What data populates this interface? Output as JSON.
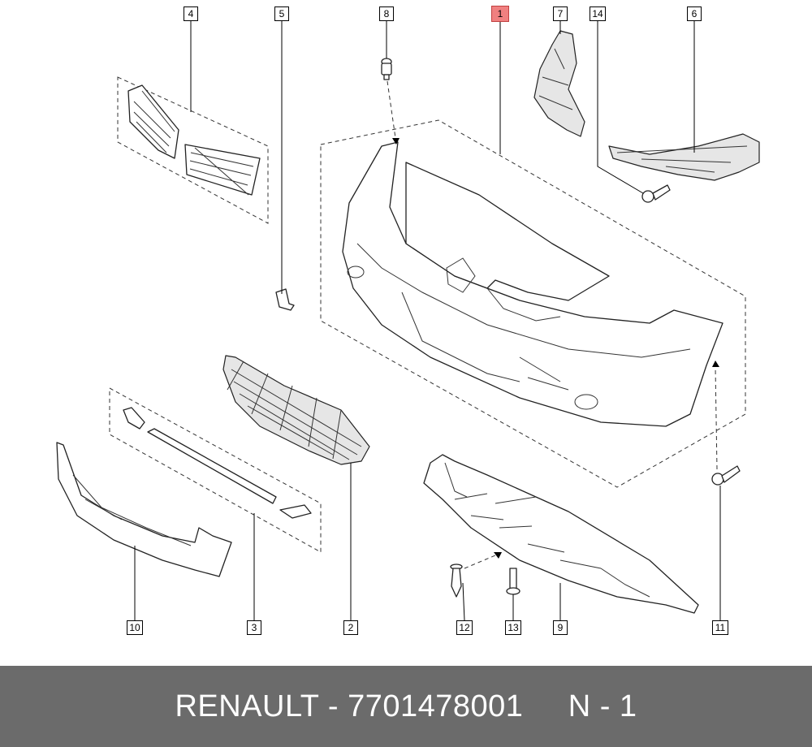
{
  "diagram": {
    "callouts": {
      "c1": "1",
      "c2": "2",
      "c3": "3",
      "c4": "4",
      "c5": "5",
      "c6": "6",
      "c7": "7",
      "c8": "8",
      "c9": "9",
      "c10": "10",
      "c11": "11",
      "c12": "12",
      "c13": "13",
      "c14": "14"
    },
    "highlight_color": "#f08080"
  },
  "footer": {
    "text": "RENAULT - 7701478001     N - 1",
    "background": "#6b6b6b"
  }
}
